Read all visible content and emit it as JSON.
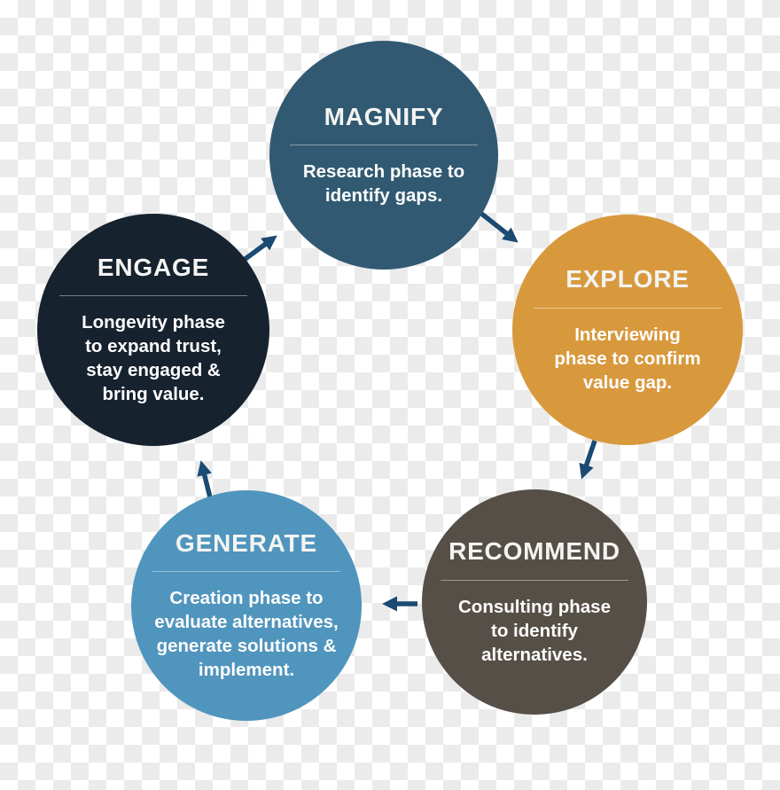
{
  "background": {
    "style": "transparency-checkerboard",
    "checker_light": "#ffffff",
    "checker_dark": "#ebebeb",
    "cell_size": 20
  },
  "diagram": {
    "type": "cycle",
    "arrow_color": "#1b4a72",
    "steps": [
      {
        "id": "magnify",
        "title": "MAGNIFY",
        "description": "Research phase to\nidentify gaps.",
        "color": "#315a72"
      },
      {
        "id": "explore",
        "title": "EXPLORE",
        "description": "Interviewing\nphase to confirm\nvalue gap.",
        "color": "#d8993d"
      },
      {
        "id": "recommend",
        "title": "RECOMMEND",
        "description": "Consulting phase\nto identify\nalternatives.",
        "color": "#564f47"
      },
      {
        "id": "generate",
        "title": "GENERATE",
        "description": "Creation phase to\nevaluate alternatives,\ngenerate solutions &\nimplement.",
        "color": "#5095bd"
      },
      {
        "id": "engage",
        "title": "ENGAGE",
        "description": "Longevity phase\nto expand trust,\nstay engaged &\nbring value.",
        "color": "#16222e"
      }
    ],
    "arrows": [
      {
        "from": "ENGAGE",
        "to": "MAGNIFY"
      },
      {
        "from": "MAGNIFY",
        "to": "EXPLORE"
      },
      {
        "from": "EXPLORE",
        "to": "RECOMMEND"
      },
      {
        "from": "RECOMMEND",
        "to": "GENERATE"
      },
      {
        "from": "GENERATE",
        "to": "ENGAGE"
      }
    ]
  }
}
